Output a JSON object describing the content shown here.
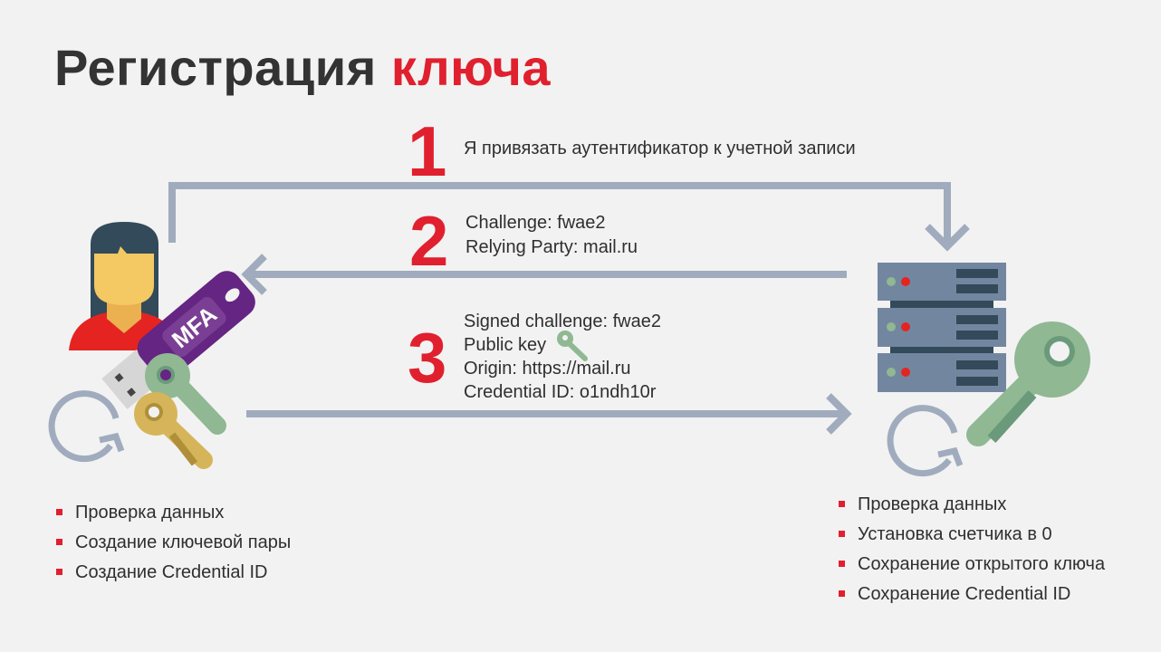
{
  "title": {
    "part1": "Регистрация",
    "part2": "ключа"
  },
  "steps": [
    {
      "number": "1",
      "lines": [
        "Я привязать аутентификатор к учетной записи"
      ]
    },
    {
      "number": "2",
      "lines": [
        "Challenge: fwae2",
        "Relying Party: mail.ru"
      ]
    },
    {
      "number": "3",
      "lines": [
        "Signed challenge: fwae2",
        "Public key",
        "Origin: https://mail.ru",
        "Credential ID: o1ndh10r"
      ]
    }
  ],
  "usb_label": "MFA",
  "client_bullets": [
    "Проверка данных",
    "Создание ключевой пары",
    "Создание Credential ID"
  ],
  "server_bullets": [
    "Проверка данных",
    "Установка счетчика в 0",
    "Сохранение открытого ключа",
    "Сохранение Credential ID"
  ],
  "colors": {
    "accent": "#e0202e",
    "arrow": "#a0acbd",
    "key_green": "#8fb893",
    "key_gold": "#d6b55a",
    "usb_purple": "#652582",
    "server": "#72879f"
  }
}
